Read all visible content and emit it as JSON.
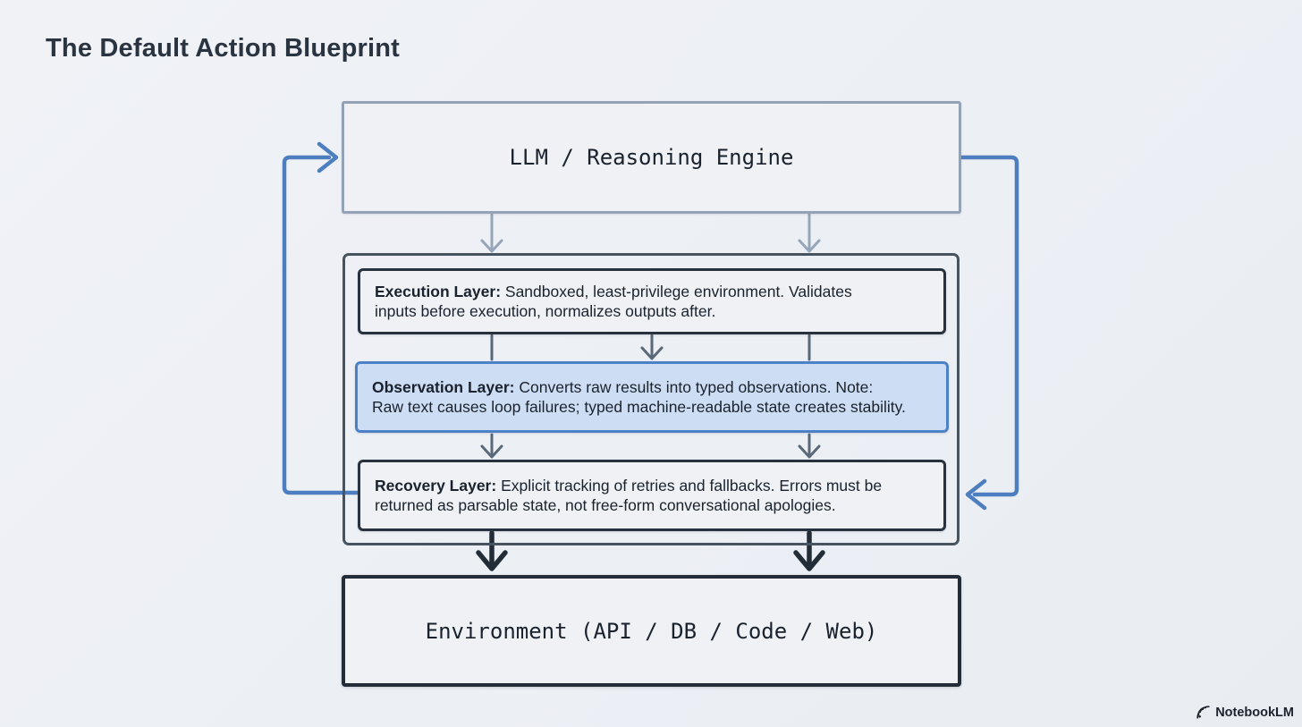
{
  "title": "The Default Action Blueprint",
  "diagram": {
    "llm_box": {
      "label": "LLM / Reasoning Engine"
    },
    "layers_panel": {
      "execution": {
        "label": "Execution Layer:",
        "line1": "Sandboxed, least-privilege environment. Validates",
        "line2": "inputs before execution, normalizes outputs after."
      },
      "observation": {
        "label": "Observation Layer:",
        "line1": "Converts raw results into typed observations. Note:",
        "line2": "Raw text causes loop failures; typed machine-readable state creates stability."
      },
      "recovery": {
        "label": "Recovery Layer:",
        "line1": "Explicit tracking of retries and fallbacks. Errors must be",
        "line2": "returned as parsable state, not free-form conversational apologies."
      }
    },
    "environment_box": {
      "label": "Environment (API / DB / Code / Web)"
    }
  },
  "watermark": {
    "label": "NotebookLM"
  },
  "colors": {
    "background": "#edf0f4",
    "title_text": "#2a3441",
    "llm_border": "#93a2b4",
    "panel_border": "#47545f",
    "layer_border": "#27323e",
    "layer_fill": "#eff1f5",
    "observation_border": "#4d81c6",
    "observation_fill": "#cdddf3",
    "environment_border": "#222d39",
    "arrow_gray": "#96a5b7",
    "arrow_mid": "#5a6877",
    "arrow_dark": "#222d38",
    "loop_blue": "#4d7fc0",
    "body_text": "#1a222d"
  }
}
